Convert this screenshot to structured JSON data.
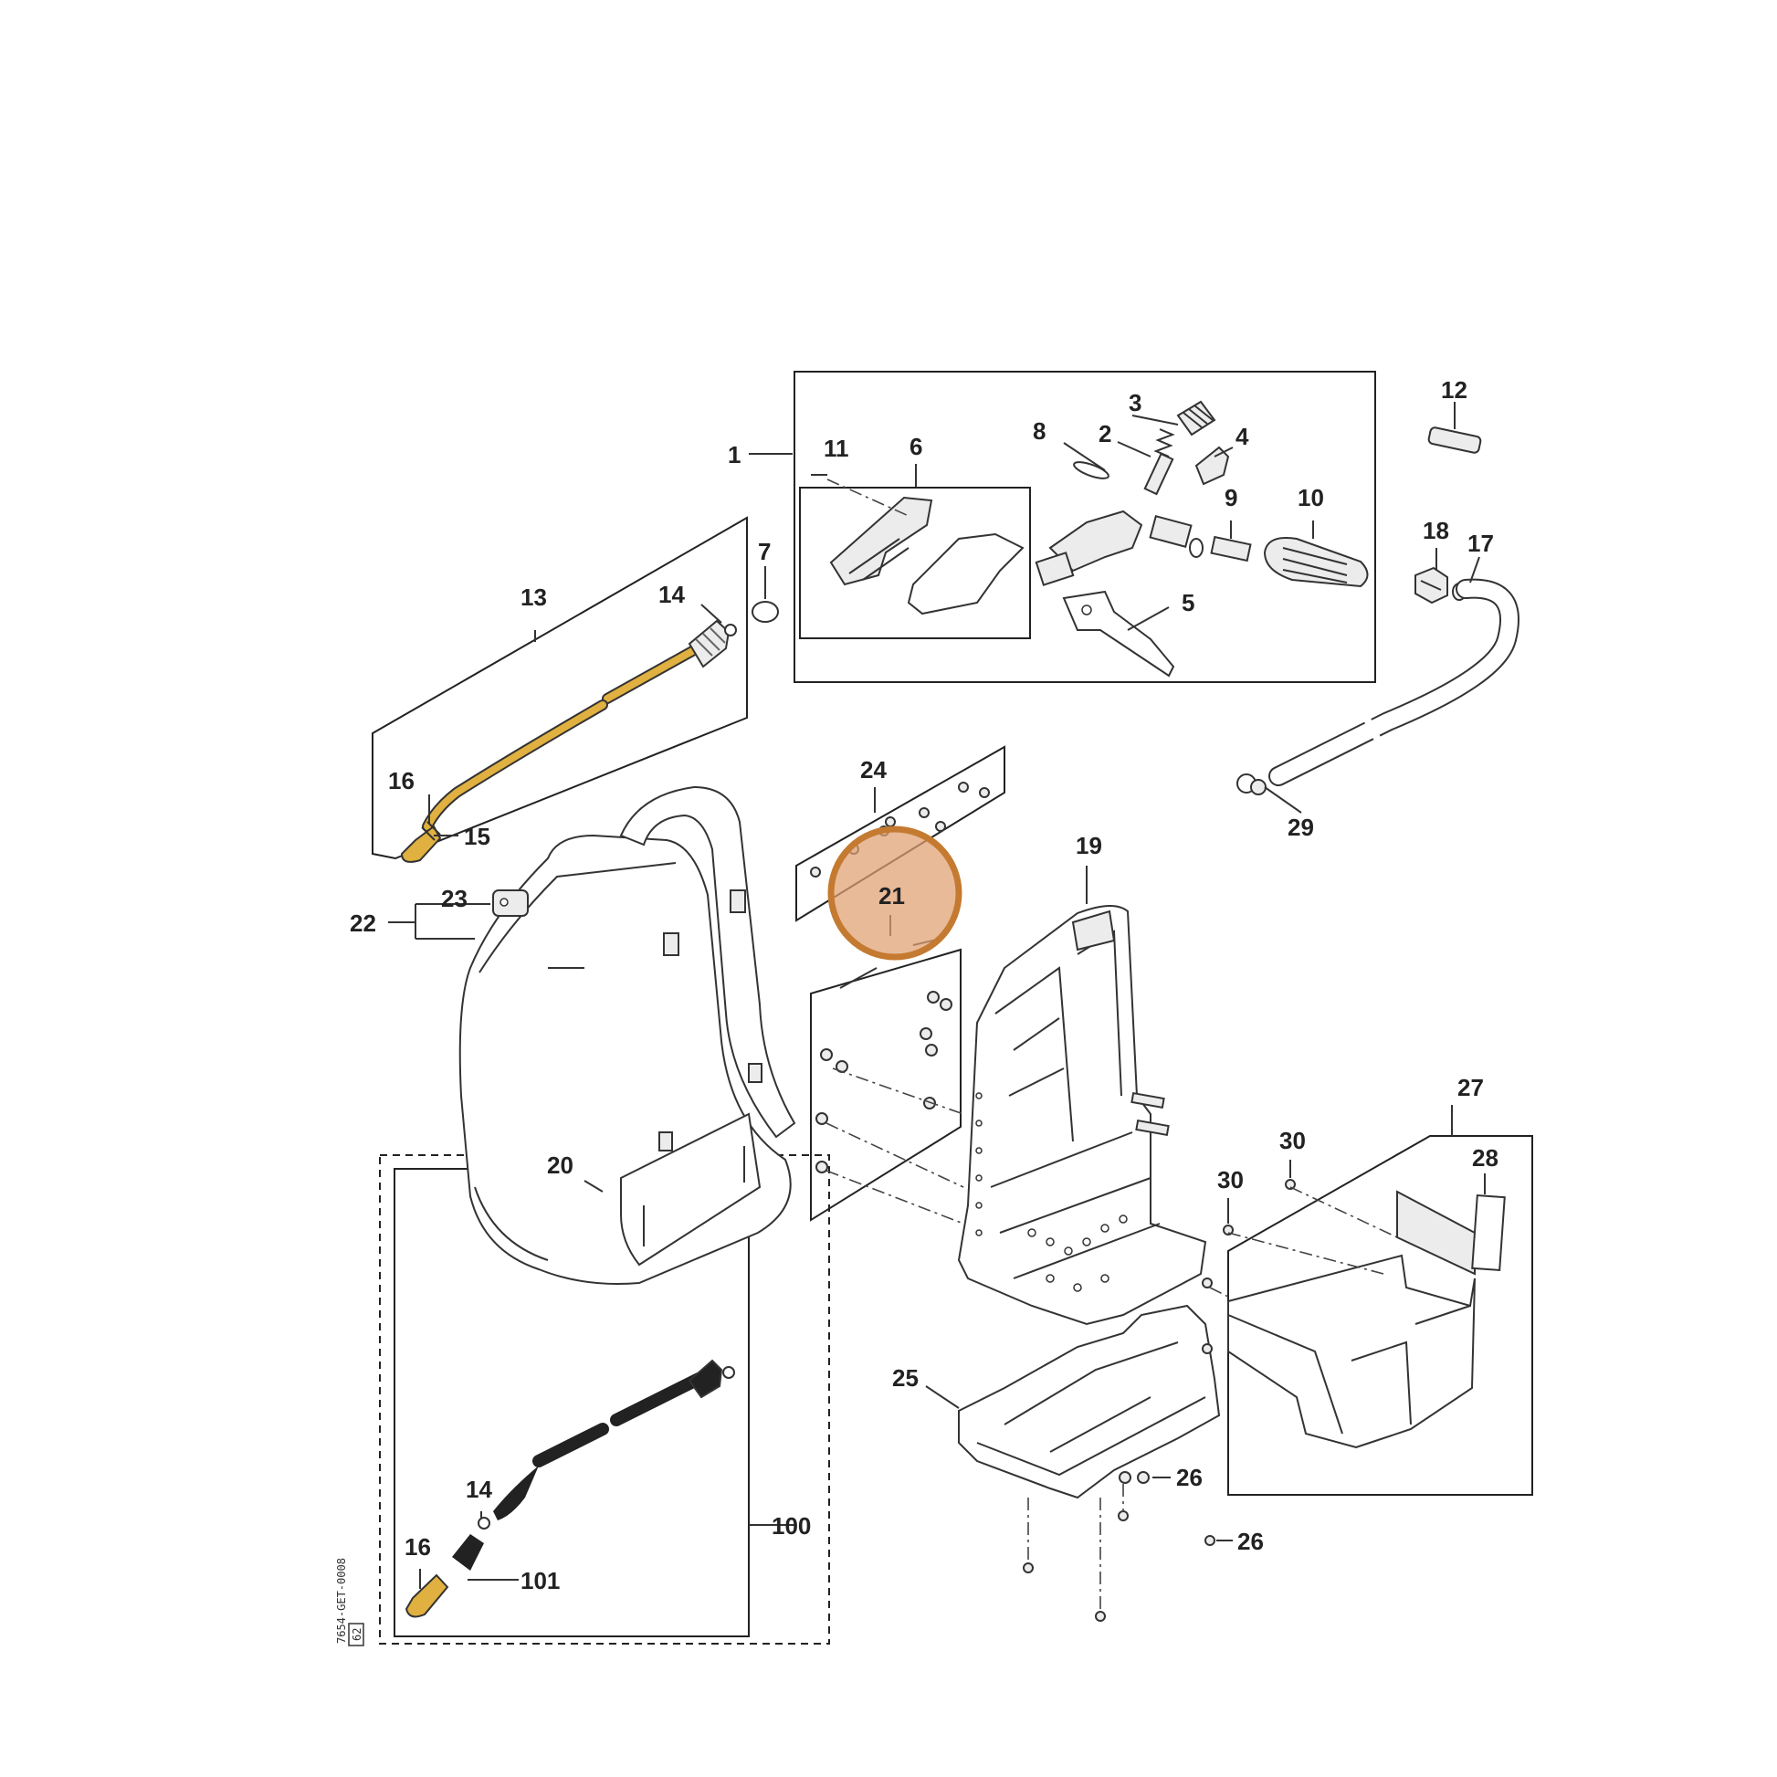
{
  "labels": {
    "p1": "1",
    "p2": "2",
    "p3": "3",
    "p4": "4",
    "p5": "5",
    "p6": "6",
    "p7": "7",
    "p8": "8",
    "p9": "9",
    "p10": "10",
    "p11": "11",
    "p12": "12",
    "p13": "13",
    "p14a": "14",
    "p14b": "14",
    "p15": "15",
    "p16a": "16",
    "p16b": "16",
    "p17": "17",
    "p18": "18",
    "p19": "19",
    "p20": "20",
    "p21": "21",
    "p22": "22",
    "p23": "23",
    "p24": "24",
    "p25": "25",
    "p26a": "26",
    "p26b": "26",
    "p27": "27",
    "p28": "28",
    "p29": "29",
    "p30a": "30",
    "p30b": "30",
    "p100": "100",
    "p101": "101"
  },
  "drawing_code": "7654-GET-0008",
  "drawing_code_suffix": "62",
  "highlight": {
    "part": "21",
    "color": "#e0a070"
  },
  "colors": {
    "brass": "#e0b040",
    "rubber": "#222222",
    "outline": "#333333"
  }
}
